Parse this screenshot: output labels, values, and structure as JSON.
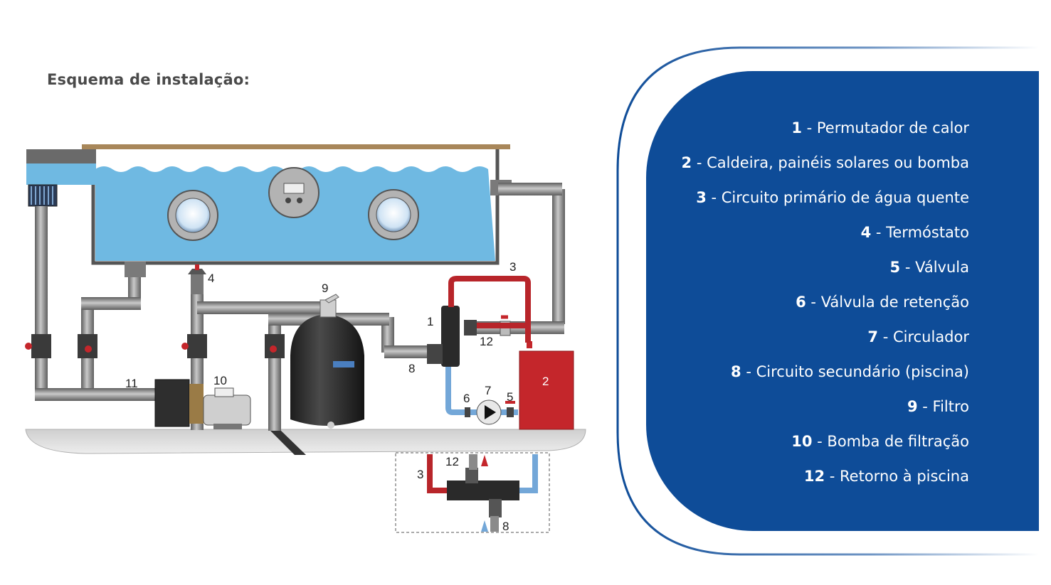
{
  "title": "Esquema de instalação:",
  "colors": {
    "legend_bg": "#0e4c98",
    "pool_water": "#6fb9e2",
    "pipe": "#8a8a8a",
    "hot_circuit": "#b8252a",
    "secondary_circuit": "#73a7d8",
    "boiler": "#c4262b",
    "floor": "#d6d6d6"
  },
  "diagram": {
    "labels": {
      "n1": "1",
      "n2": "2",
      "n3": "3",
      "n4": "4",
      "n5": "5",
      "n6": "6",
      "n7": "7",
      "n8": "8",
      "n9": "9",
      "n10": "10",
      "n11": "11",
      "n12": "12"
    },
    "inset": {
      "n3": "3",
      "n8": "8",
      "n12": "12"
    }
  },
  "legend": [
    {
      "num": "1",
      "sep": " -  ",
      "text": "Permutador de calor"
    },
    {
      "num": "2",
      "sep": " -   ",
      "text": "Caldeira, painéis solares ou bomba"
    },
    {
      "num": "3",
      "sep": " -   ",
      "text": "Circuito primário de água quente"
    },
    {
      "num": "4",
      "sep": " -  ",
      "text": "Termóstato"
    },
    {
      "num": "5",
      "sep": " -  ",
      "text": "Válvula"
    },
    {
      "num": "6",
      "sep": " -  ",
      "text": "Válvula de retenção"
    },
    {
      "num": "7",
      "sep": " -  ",
      "text": "Circulador"
    },
    {
      "num": "8",
      "sep": " -  ",
      "text": "Circuito secundário (piscina)"
    },
    {
      "num": "9",
      "sep": " -  ",
      "text": "Filtro"
    },
    {
      "num": "10",
      "sep": " -  ",
      "text": "Bomba de filtração"
    },
    {
      "num": "12",
      "sep": " -  ",
      "text": "Retorno à piscina"
    }
  ]
}
